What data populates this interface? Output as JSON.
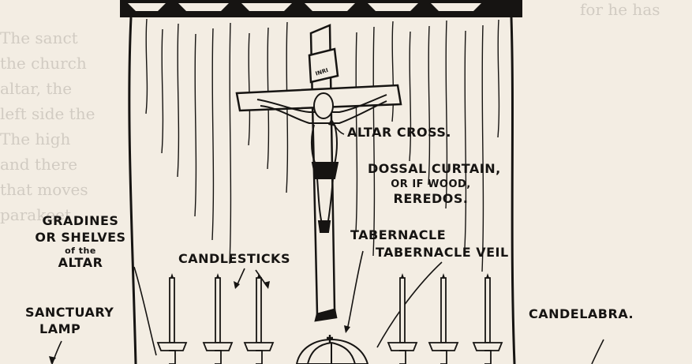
{
  "diagram": {
    "labels": {
      "altar_cross": "ALTAR CROSS.",
      "dossal_line1": "DOSSAL CURTAIN,",
      "dossal_line2": "OR IF WOOD,",
      "dossal_line3": "REREDOS.",
      "tabernacle": "TABERNACLE",
      "tabernacle_veil": "TABERNACLE VEIL",
      "gradines_line1": "GRADINES",
      "gradines_line2": "OR SHELVES",
      "gradines_line3": "of the",
      "gradines_line4": "ALTAR",
      "candlesticks": "CANDLESTICKS",
      "sanctuary_line1": "SANCTUARY",
      "sanctuary_line2": "LAMP",
      "candelabra": "CANDELABRA.",
      "inri": "INRI"
    },
    "background_text": [
      "for he has",
      "The sanct",
      "the church",
      "altar, the",
      "left side the",
      "The high",
      "and there",
      "that moves",
      "parakeet"
    ]
  },
  "colors": {
    "paper": "#f3ede3",
    "ink": "#161412",
    "faint_text": "#6f6a64"
  }
}
